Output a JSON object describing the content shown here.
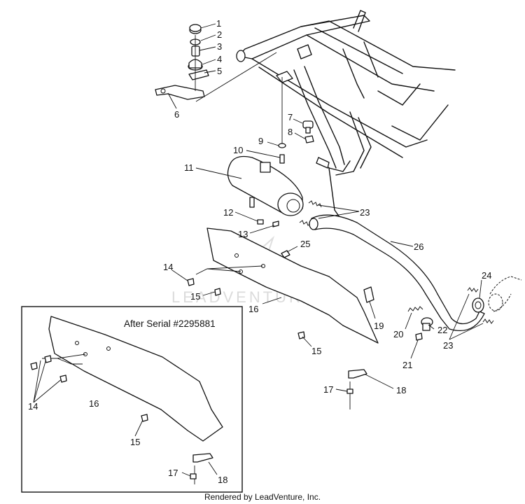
{
  "diagram": {
    "inset_title": "After Serial #2295881",
    "watermark": "LEADVENTURE",
    "footer": "Rendered by LeadVenture, Inc.",
    "callouts": {
      "c1": "1",
      "c2": "2",
      "c3": "3",
      "c4": "4",
      "c5": "5",
      "c6": "6",
      "c7": "7",
      "c8": "8",
      "c9": "9",
      "c10": "10",
      "c11": "11",
      "c12": "12",
      "c13": "13",
      "c14": "14",
      "c15": "15",
      "c16": "16",
      "c17": "17",
      "c18": "18",
      "c19": "19",
      "c20": "20",
      "c21": "21",
      "c22": "22",
      "c23": "23",
      "c24": "24",
      "c25": "25",
      "c26": "26"
    }
  }
}
